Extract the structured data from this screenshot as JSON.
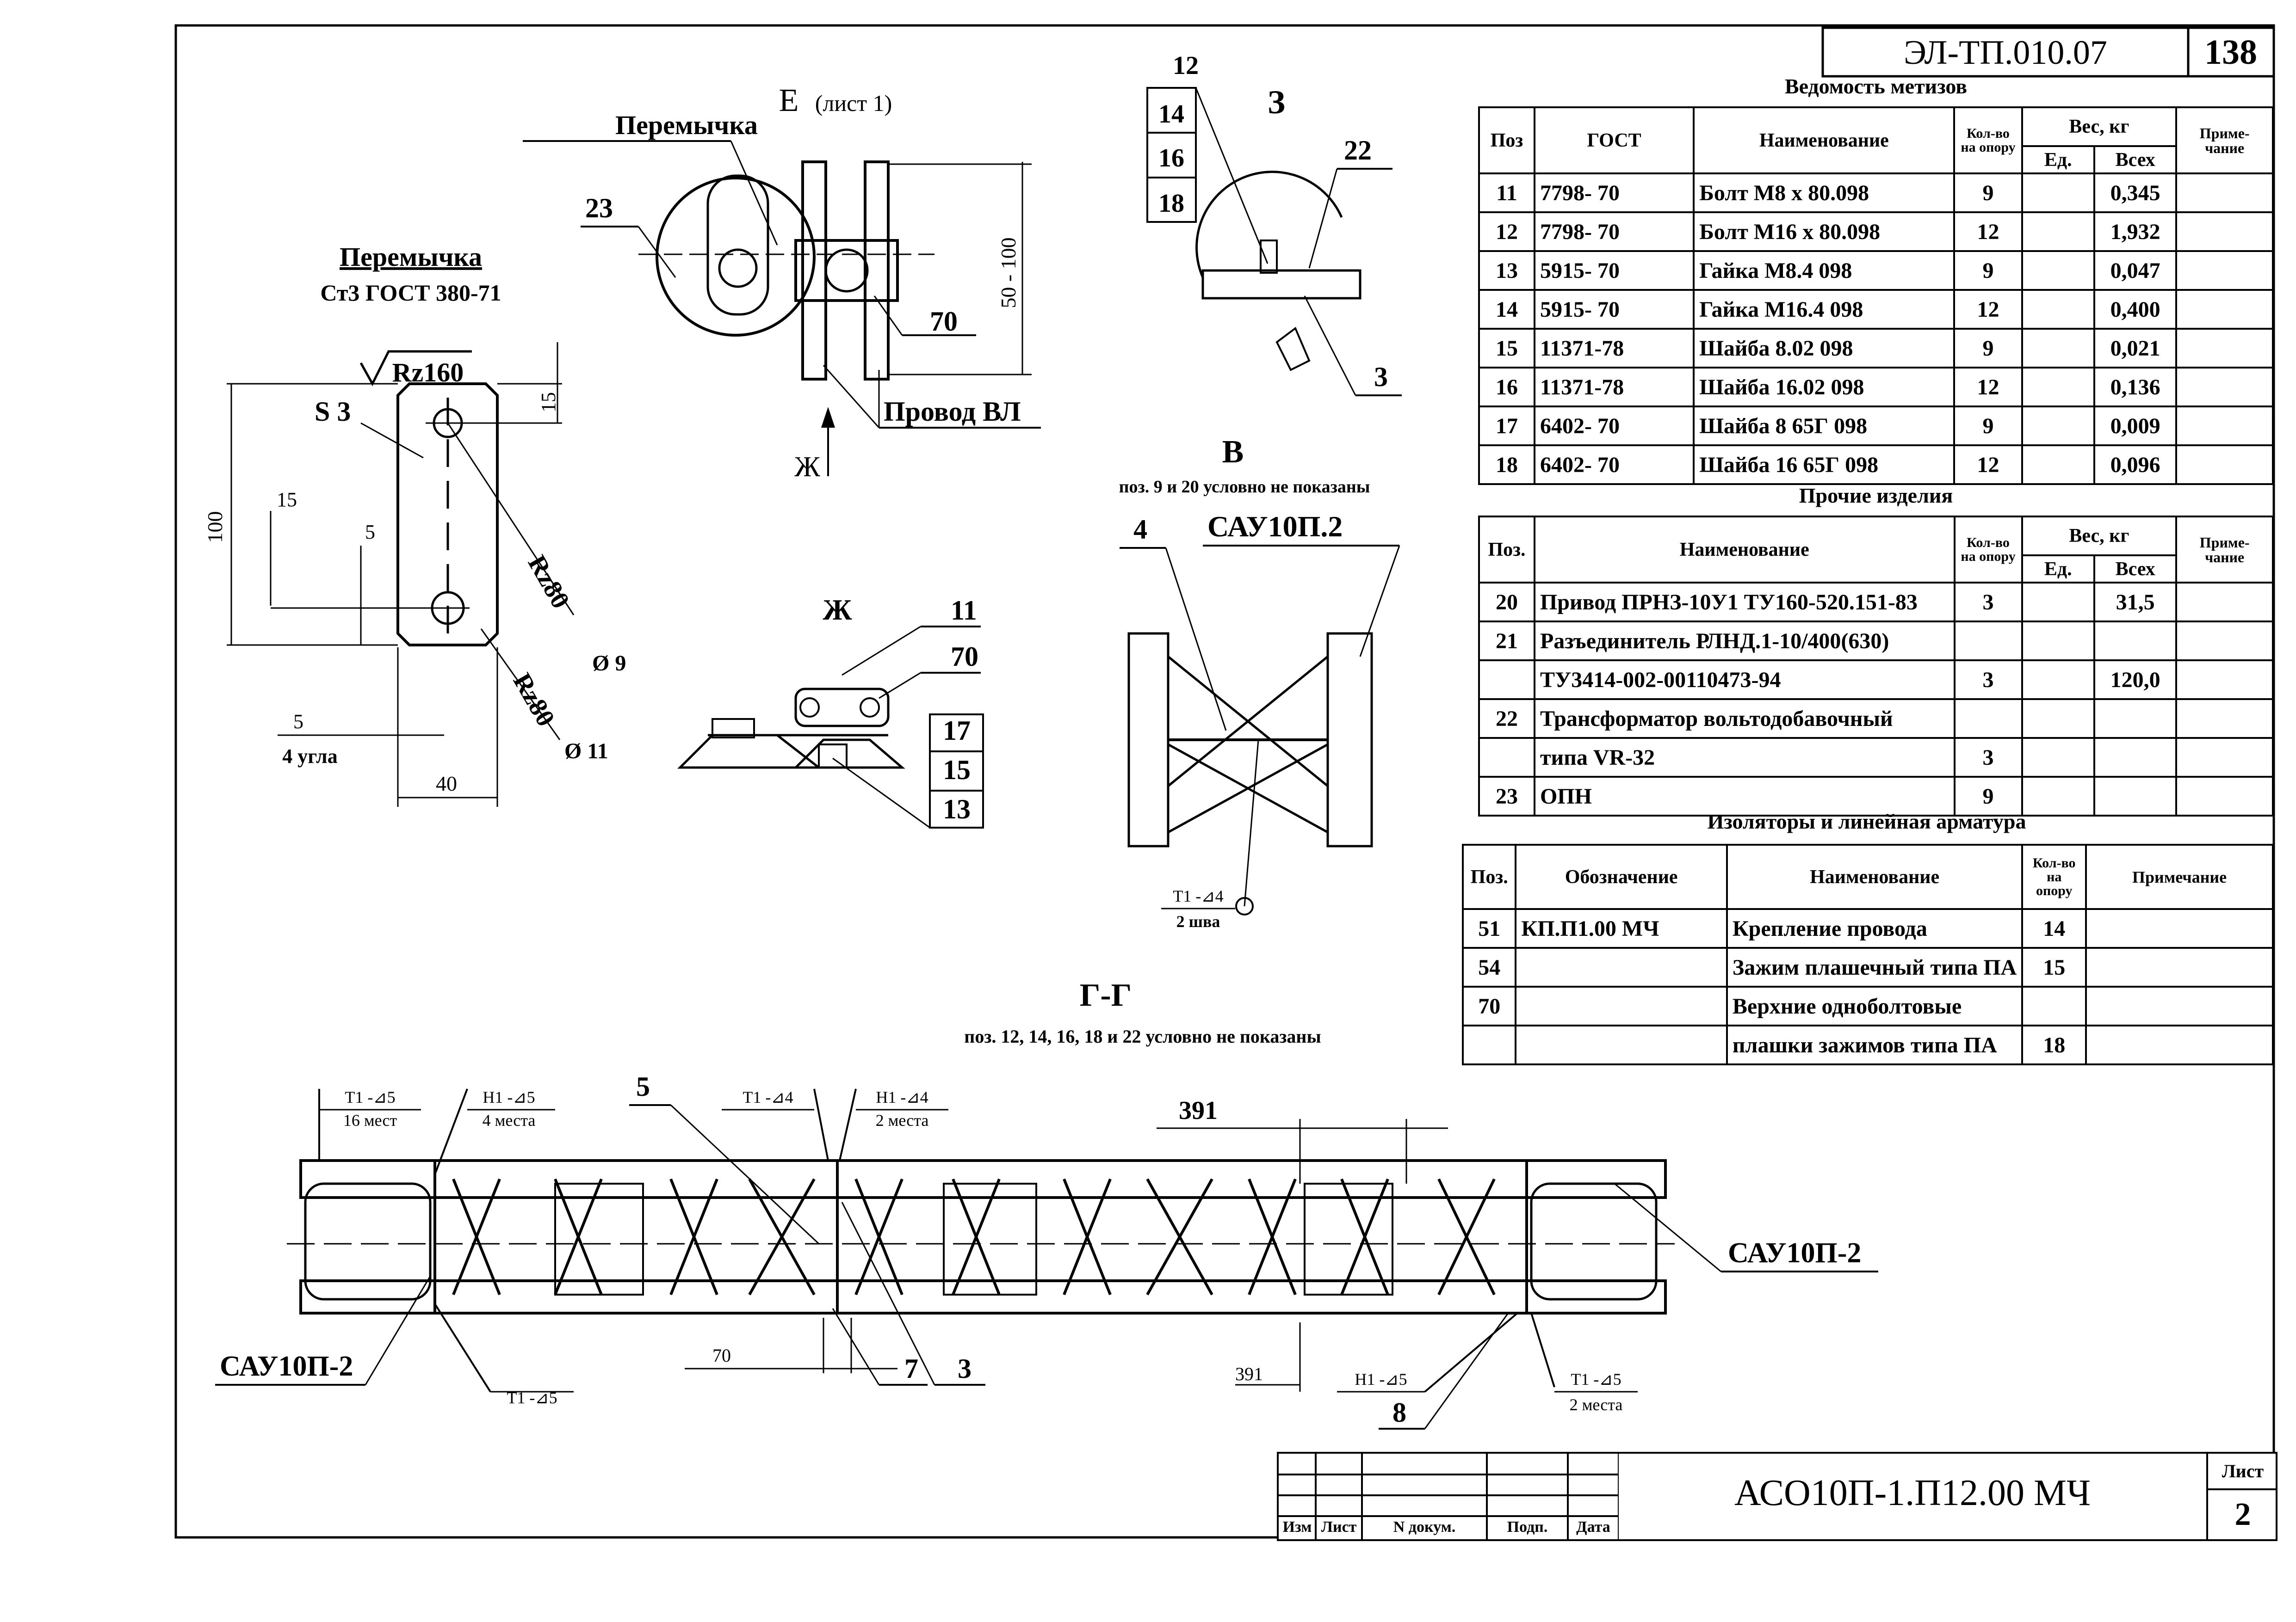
{
  "sheet_code": "ЭЛ-ТП.010.07",
  "sheet_number_top": "138",
  "views": {
    "jumper_label": "Перемычка",
    "jumper_title": "Перемычка",
    "jumper_material": "Ст3 ГОСТ 380-71",
    "view_e": "Е",
    "view_e_note": "(лист 1)",
    "view_z3": "З",
    "view_zh": "Ж",
    "view_v": "В",
    "view_v_note": "поз. 9 и 20 условно не показаны",
    "view_gg": "Г-Г",
    "view_gg_note": "поз. 12, 14, 16, 18 и 22 условно не показаны",
    "wire_label": "Провод ВЛ",
    "sau_label": "САУ10П.2",
    "sau_left": "САУ10П-2",
    "sau_right": "САУ10П-2"
  },
  "dimensions": {
    "rz160": "Rz160",
    "rz80a": "Rz80",
    "rz80b": "Rz80",
    "s3": "S 3",
    "d15a": "15",
    "d15b": "15",
    "d100": "100",
    "d5a": "5",
    "d5b": "5",
    "corners": "4 угла",
    "d40": "40",
    "dia9": "Ø 9",
    "dia11": "Ø 11",
    "d50_100": "50 - 100",
    "d391a": "391",
    "d391b": "391",
    "d70": "70"
  },
  "position_marks": {
    "e23": "23",
    "e70": "70",
    "z12": "12",
    "z14": "14",
    "z16": "16",
    "z18": "18",
    "z22": "22",
    "z3": "3",
    "zh11": "11",
    "zh70": "70",
    "zh17": "17",
    "zh15": "15",
    "zh13": "13",
    "v4": "4",
    "g5": "5",
    "g7": "7",
    "g3": "3",
    "g8": "8"
  },
  "welds": {
    "w1_top": "Т1 -⊿5",
    "w1_bot": "16 мест",
    "w2_top": "Н1 -⊿5",
    "w2_bot": "4 места",
    "w3_top": "Т1 -⊿4",
    "w4_top": "Н1 -⊿4",
    "w4_bot": "2 места",
    "w5_top": "Т1 -⊿5",
    "w6_top": "Н1 -⊿5",
    "w7_top": "Т1 -⊿5",
    "w7_bot": "2 места",
    "wv_top": "Т1 -⊿4",
    "wv_bot": "2 шва"
  },
  "table_hardware": {
    "title": "Ведомость метизов",
    "headers": {
      "pos": "Поз",
      "gost": "ГОСТ",
      "name": "Наименование",
      "qty": "Кол-во на опору",
      "weight": "Вес, кг",
      "unit": "Ед.",
      "total": "Всех",
      "note": "Приме- чание"
    },
    "rows": [
      {
        "pos": "11",
        "gost": "7798- 70",
        "name": "Болт  М8 х 80.098",
        "qty": "9",
        "unit": "",
        "total": "0,345",
        "note": ""
      },
      {
        "pos": "12",
        "gost": "7798- 70",
        "name": "Болт  М16 х 80.098",
        "qty": "12",
        "unit": "",
        "total": "1,932",
        "note": ""
      },
      {
        "pos": "13",
        "gost": "5915- 70",
        "name": "Гайка    М8.4 098",
        "qty": "9",
        "unit": "",
        "total": "0,047",
        "note": ""
      },
      {
        "pos": "14",
        "gost": "5915- 70",
        "name": "Гайка    М16.4 098",
        "qty": "12",
        "unit": "",
        "total": "0,400",
        "note": ""
      },
      {
        "pos": "15",
        "gost": "11371-78",
        "name": "Шайба    8.02 098",
        "qty": "9",
        "unit": "",
        "total": "0,021",
        "note": ""
      },
      {
        "pos": "16",
        "gost": "11371-78",
        "name": "Шайба    16.02 098",
        "qty": "12",
        "unit": "",
        "total": "0,136",
        "note": ""
      },
      {
        "pos": "17",
        "gost": "6402- 70",
        "name": "Шайба    8 65Г 098",
        "qty": "9",
        "unit": "",
        "total": "0,009",
        "note": ""
      },
      {
        "pos": "18",
        "gost": "6402- 70",
        "name": "Шайба    16 65Г 098",
        "qty": "12",
        "unit": "",
        "total": "0,096",
        "note": ""
      }
    ]
  },
  "table_other": {
    "title": "Прочие изделия",
    "headers": {
      "pos": "Поз.",
      "name": "Наименование",
      "qty": "Кол-во на опору",
      "weight": "Вес, кг",
      "unit": "Ед.",
      "total": "Всех",
      "note": "Приме- чание"
    },
    "rows": [
      {
        "pos": "20",
        "name": "Привод ПРНЗ-10У1 ТУ160-520.151-83",
        "qty": "3",
        "unit": "",
        "total": "31,5",
        "note": ""
      },
      {
        "pos": "21",
        "name": "Разъединитель РЛНД.1-10/400(630)",
        "qty": "",
        "unit": "",
        "total": "",
        "note": ""
      },
      {
        "pos": "",
        "name": "ТУ3414-002-00110473-94",
        "qty": "3",
        "unit": "",
        "total": "120,0",
        "note": ""
      },
      {
        "pos": "22",
        "name": "Трансформатор вольтодобавочный",
        "qty": "",
        "unit": "",
        "total": "",
        "note": ""
      },
      {
        "pos": "",
        "name": "типа VR-32",
        "qty": "3",
        "unit": "",
        "total": "",
        "note": ""
      },
      {
        "pos": "23",
        "name": "ОПН",
        "qty": "9",
        "unit": "",
        "total": "",
        "note": ""
      }
    ]
  },
  "table_insulators": {
    "title": "Изоляторы и линейная арматура",
    "headers": {
      "pos": "Поз.",
      "designation": "Обозначение",
      "name": "Наименование",
      "qty": "Кол-во на опору",
      "note": "Примечание"
    },
    "rows": [
      {
        "pos": "51",
        "designation": "КП.П1.00 МЧ",
        "name": "Крепление провода",
        "qty": "14",
        "note": ""
      },
      {
        "pos": "54",
        "designation": "",
        "name": "Зажим плашечный типа ПА",
        "qty": "15",
        "note": ""
      },
      {
        "pos": "70",
        "designation": "",
        "name": "Верхние одноболтовые",
        "qty": "",
        "note": ""
      },
      {
        "pos": "",
        "designation": "",
        "name": "плашки зажимов типа ПА",
        "qty": "18",
        "note": ""
      }
    ]
  },
  "title_block": {
    "col_izm": "Изм",
    "col_list": "Лист",
    "col_doc": "N докум.",
    "col_sign": "Подп.",
    "col_date": "Дата",
    "designation": "АСО10П-1.П12.00 МЧ",
    "sheet_label": "Лист",
    "sheet_value": "2"
  }
}
